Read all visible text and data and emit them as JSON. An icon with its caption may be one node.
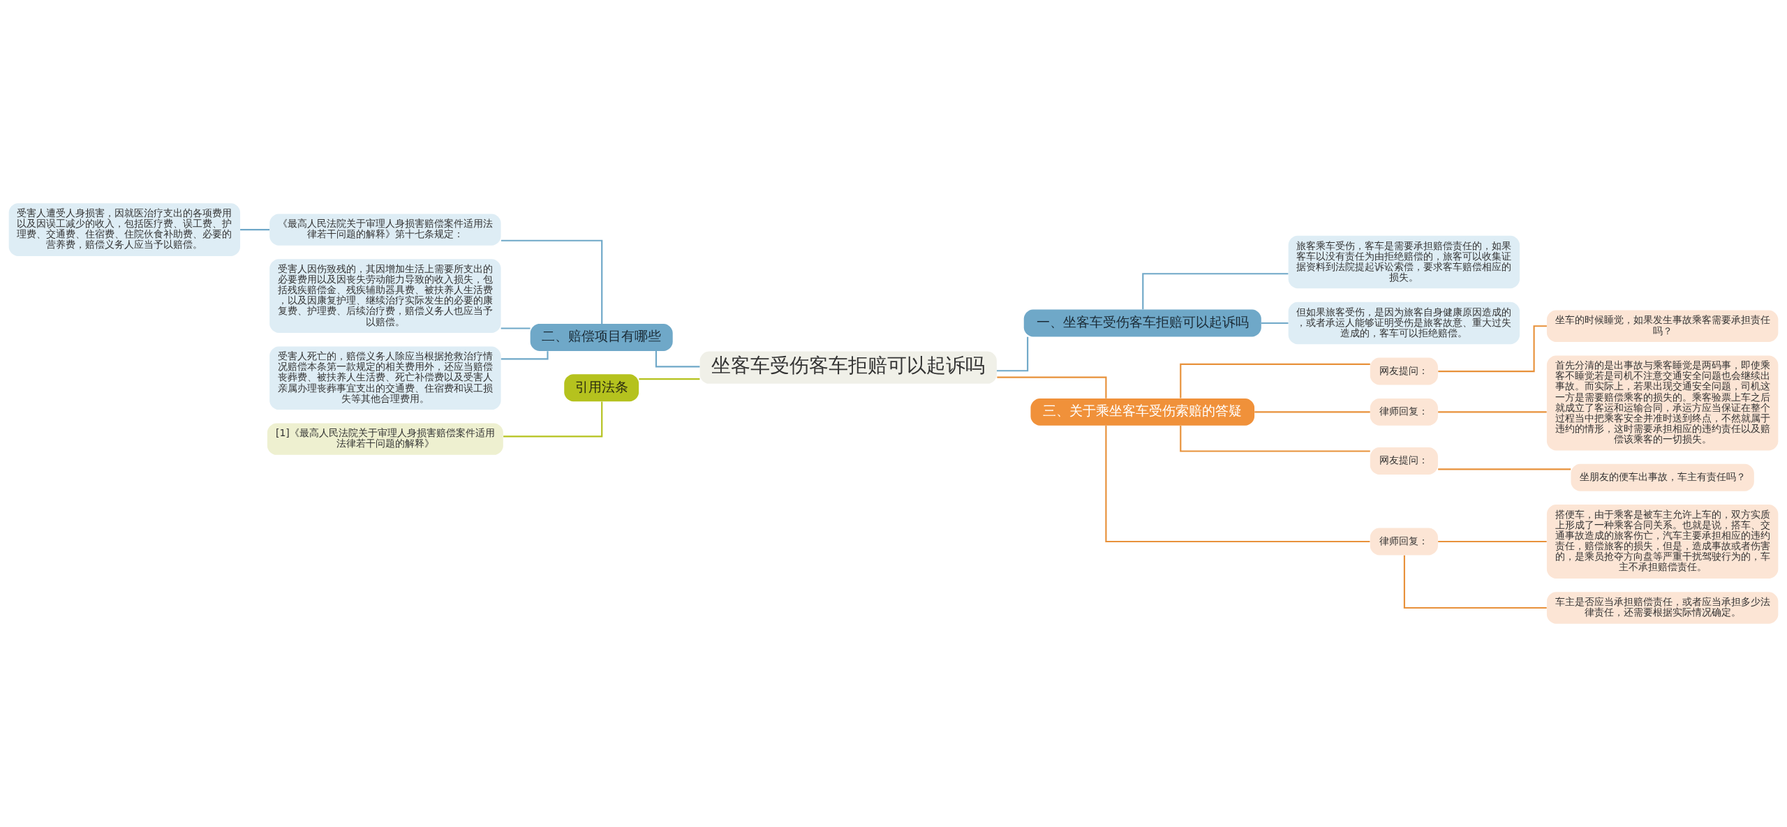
{
  "diagram": {
    "nodes": [
      {
        "text": [
          "坐客车受伤客车拒赔可以起诉吗"
        ]
      },
      {
        "text": [
          "二、赔偿项目有哪些"
        ]
      },
      {
        "text": [
          "《最高人民法院关于审理人身损害赔偿案件适用法律若干问题的解释》第十七条规定："
        ]
      },
      {
        "text": [
          "受害人遭受人身损害，因就医治疗支出的各项费用以及因误工减少的收入，包括医疗费、误工费、护理费、交通费、住宿费、住院伙食补助费、必要的营养费，赔偿义务人应当予以赔偿。"
        ]
      },
      {
        "text": [
          "受害人因伤致残的，其因增加生活上需要所支出的必要费用以及因丧失劳动能力导致的收入损失，包括残疾赔偿金、残疾辅助器具费、被扶养人生活费，以及因康复护理、继续治疗实际发生的必要的康复费、护理费、后续治疗费，赔偿义务人也应当予以赔偿。"
        ]
      },
      {
        "text": [
          "受害人死亡的，赔偿义务人除应当根据抢救治疗情况赔偿本条第一款规定的相关费用外，还应当赔偿丧葬费、被扶养人生活费、死亡补偿费以及受害人亲属办理丧葬事宜支出的交通费、住宿费和误工损失等其他合理费用。"
        ]
      },
      {
        "text": [
          "引用法条"
        ]
      },
      {
        "text": [
          "[1]《最高人民法院关于审理人身损害赔偿案件适用法律若干问题的解释》"
        ]
      },
      {
        "text": [
          "一、坐客车受伤客车拒赔可以起诉吗"
        ]
      },
      {
        "text": [
          "旅客乘车受伤，客车是需要承担赔偿责任的，如果客车以没有责任为由拒绝赔偿的，旅客可以收集证据资料到法院提起诉讼索偿，要求客车赔偿相应的损失。"
        ]
      },
      {
        "text": [
          "但如果旅客受伤，是因为旅客自身健康原因造成的，或者承运人能够证明受伤是旅客故意、重大过失造成的，客车可以拒绝赔偿。"
        ]
      },
      {
        "text": [
          "三、关于乘坐客车受伤索赔的答疑"
        ]
      },
      {
        "text": [
          "网友提问："
        ]
      },
      {
        "text": [
          "坐车的时候睡觉，如果发生事故乘客需要承担责任吗？"
        ]
      },
      {
        "text": [
          "律师回复："
        ]
      },
      {
        "text": [
          "首先分清的是出事故与乘客睡觉是两码事，即使乘客不睡觉若是司机不注意交通安全问题也会继续出事故。而实际上，若果出现交通安全问题，司机这一方是需要赔偿乘客的损失的。乘客验票上车之后就成立了客运和运输合同，承运方应当保证在整个过程当中把乘客安全并准时送到终点，不然就属于违约的情形，这时需要承担相应的违约责任以及赔偿该乘客的一切损失。"
        ]
      },
      {
        "text": [
          "网友提问："
        ]
      },
      {
        "text": [
          "坐朋友的便车出事故，车主有责任吗？"
        ]
      },
      {
        "text": [
          "律师回复："
        ]
      },
      {
        "text": [
          "搭便车，由于乘客是被车主允许上车的，双方实质上形成了一种乘客合同关系。也就是说，搭车、交通事故造成的旅客伤亡，汽车主要承担相应的违约责任，赔偿旅客的损失，但是，造成事故或者伤害的，是乘员抢夺方向盘等严重干扰驾驶行为的，车主不承担赔偿责任。"
        ]
      },
      {
        "text": [
          "车主是否应当承担赔偿责任，或者应当承担多少法律责任，还需要根据实际情况确定。"
        ]
      }
    ],
    "edges": [
      {
        "from": 0,
        "to": 1,
        "arrow": "none",
        "color": "#6fa8c8"
      },
      {
        "from": 1,
        "to": 2,
        "arrow": "none",
        "color": "#6fa8c8"
      },
      {
        "from": 2,
        "to": 3,
        "arrow": "none",
        "color": "#6fa8c8"
      },
      {
        "from": 1,
        "to": 4,
        "arrow": "none",
        "color": "#6fa8c8"
      },
      {
        "from": 1,
        "to": 5,
        "arrow": "none",
        "color": "#6fa8c8"
      },
      {
        "from": 0,
        "to": 6,
        "arrow": "none",
        "color": "#b5c21e"
      },
      {
        "from": 6,
        "to": 7,
        "arrow": "none",
        "color": "#b5c21e"
      },
      {
        "from": 0,
        "to": 8,
        "arrow": "none",
        "color": "#6fa8c8"
      },
      {
        "from": 8,
        "to": 9,
        "arrow": "none",
        "color": "#6fa8c8"
      },
      {
        "from": 8,
        "to": 10,
        "arrow": "none",
        "color": "#6fa8c8"
      },
      {
        "from": 0,
        "to": 11,
        "arrow": "none"
      },
      {
        "from": 11,
        "to": 12,
        "arrow": "none"
      },
      {
        "from": 12,
        "to": 13,
        "arrow": "none"
      },
      {
        "from": 11,
        "to": 14,
        "arrow": "none"
      },
      {
        "from": 14,
        "to": 15,
        "arrow": "none"
      },
      {
        "from": 11,
        "to": 16,
        "arrow": "none"
      },
      {
        "from": 16,
        "to": 17,
        "arrow": "none"
      },
      {
        "from": 11,
        "to": 18,
        "arrow": "none"
      },
      {
        "from": 18,
        "to": 19,
        "arrow": "none"
      },
      {
        "from": 18,
        "to": 20,
        "arrow": "none"
      }
    ]
  }
}
